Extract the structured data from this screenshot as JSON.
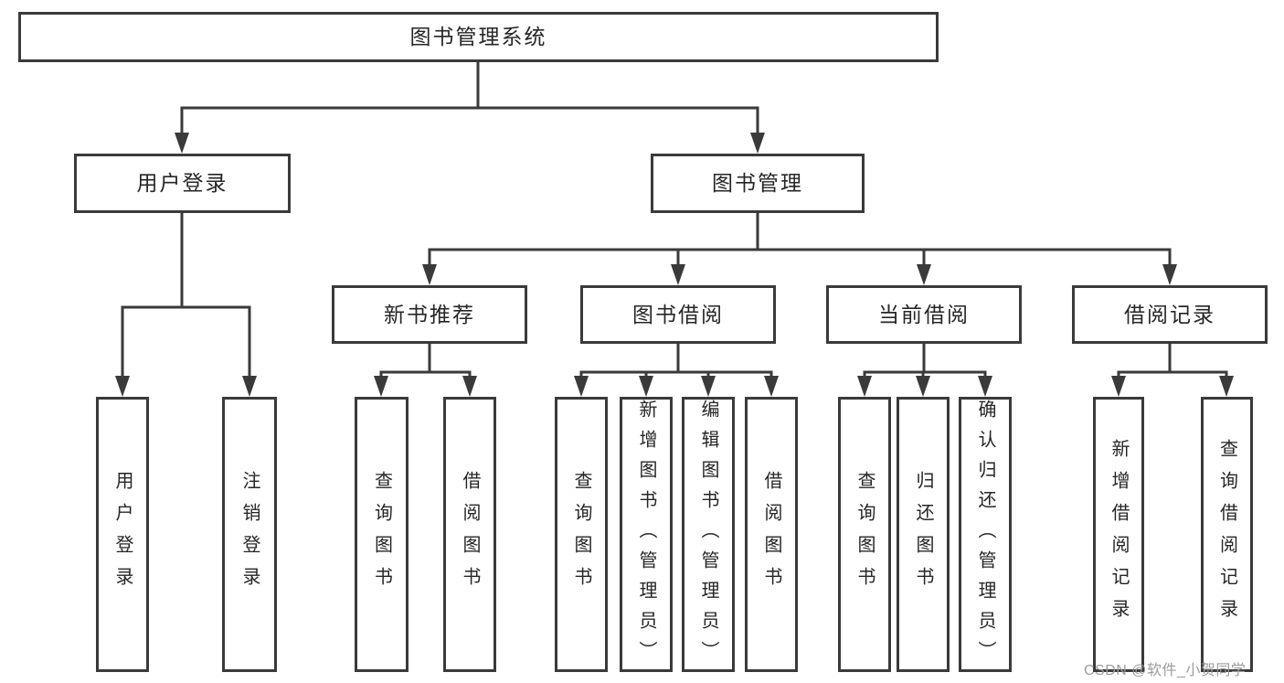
{
  "tree": {
    "root": {
      "label": "图书管理系统"
    },
    "level2": [
      {
        "label": "用户登录",
        "leaves": [
          {
            "label": "用户登录"
          },
          {
            "label": "注销登录"
          }
        ]
      },
      {
        "label": "图书管理",
        "groups": [
          {
            "label": "新书推荐",
            "leaves": [
              {
                "label": "查询图书"
              },
              {
                "label": "借阅图书"
              }
            ]
          },
          {
            "label": "图书借阅",
            "leaves": [
              {
                "label": "查询图书"
              },
              {
                "label": "新增图书（管理员）"
              },
              {
                "label": "编辑图书（管理员）"
              },
              {
                "label": "借阅图书"
              }
            ]
          },
          {
            "label": "当前借阅",
            "leaves": [
              {
                "label": "查询图书"
              },
              {
                "label": "归还图书"
              },
              {
                "label": "确认归还（管理员）"
              }
            ]
          },
          {
            "label": "借阅记录",
            "leaves": [
              {
                "label": "新增借阅记录"
              },
              {
                "label": "查询借阅记录"
              }
            ]
          }
        ]
      }
    ]
  },
  "watermark": {
    "text": "CSDN @软件_小贺同学"
  },
  "colors": {
    "line": "#3a3a3a",
    "text": "#262626",
    "watermark": "#9b9b9b",
    "background": "#ffffff"
  }
}
